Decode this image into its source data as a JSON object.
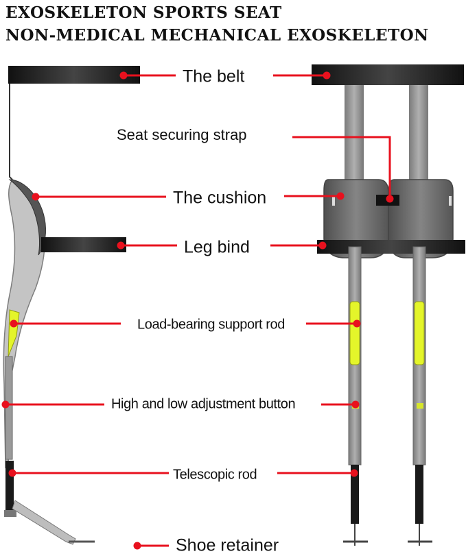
{
  "title": {
    "line1": "EXOSKELETON SPORTS SEAT",
    "line2": "NON-MEDICAL MECHANICAL EXOSKELETON"
  },
  "labels": {
    "belt": "The belt",
    "seat_strap": "Seat securing strap",
    "cushion": "The cushion",
    "leg_bind": "Leg bind",
    "support_rod": "Load-bearing support rod",
    "adjust_button": "High and low adjustment button",
    "telescopic_rod": "Telescopic rod",
    "shoe_retainer": "Shoe retainer"
  },
  "colors": {
    "callout": "#e8111e",
    "strap": "#151515",
    "frame": "#8f8f8f",
    "cushion": "#6a6a6a",
    "highlight": "#e4f52a",
    "leg_silhouette": "#c4c4c4"
  }
}
